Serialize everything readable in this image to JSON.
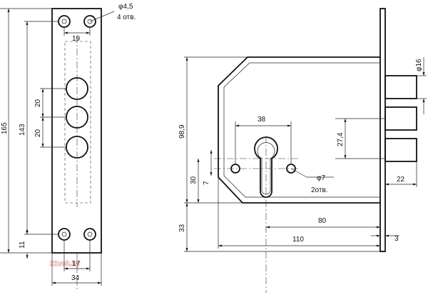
{
  "watermark": "21vek.by",
  "strike_plate": {
    "hole_note_diameter": "φ4,5",
    "hole_note_count": "4 отв.",
    "dim_top_hole_spacing": "19",
    "dim_cutout_height": "143",
    "dim_plate_height": "165",
    "dim_bolt_spacing_upper": "20",
    "dim_bolt_spacing_lower": "20",
    "dim_bottom_hole_offset": "11",
    "dim_bottom_hole_spacing": "17",
    "dim_plate_width": "34"
  },
  "lock_body": {
    "dim_bolt_diameter": "φ16",
    "dim_body_height": "98,9",
    "dim_screw_hole_spacing": "38",
    "dim_bolt_spacing": "27,4",
    "dim_cylinder_offset_small": "7",
    "dim_cylinder_offset": "30",
    "screw_hole_diameter": "φ7",
    "screw_hole_count": "2отв.",
    "dim_bolt_throw": "22",
    "dim_cylinder_bottom": "33",
    "dim_backset": "80",
    "dim_body_depth": "110",
    "dim_faceplate_thickness": "3"
  }
}
